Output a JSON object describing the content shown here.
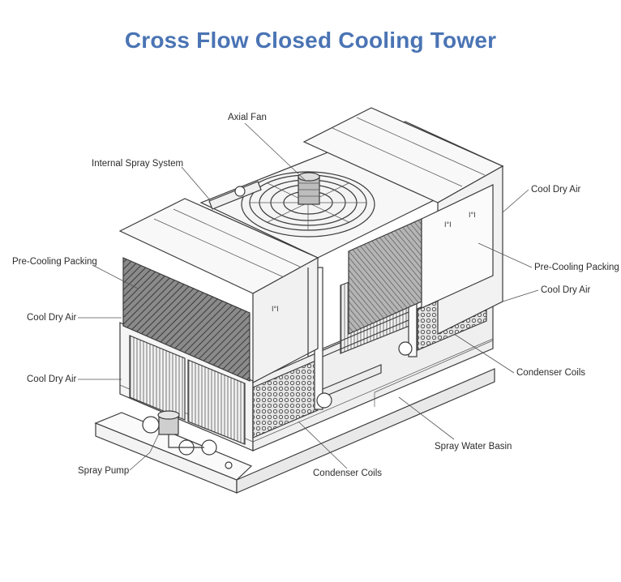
{
  "title": "Cross Flow Closed Cooling Tower",
  "labels": {
    "axial_fan": "Axial Fan",
    "internal_spray_system": "Internal Spray System",
    "pre_cooling_packing_left": "Pre-Cooling Packing",
    "cool_dry_air_left_upper": "Cool Dry Air",
    "cool_dry_air_left_lower": "Cool Dry Air",
    "spray_pump": "Spray Pump",
    "condenser_coils_bottom": "Condenser Coils",
    "spray_water_basin": "Spray Water Basin",
    "condenser_coils_right": "Condenser Coils",
    "cool_dry_air_right_lower": "Cool Dry Air",
    "pre_cooling_packing_right": "Pre-Cooling Packing",
    "cool_dry_air_right_upper": "Cool Dry Air"
  },
  "colors": {
    "title": "#4a74b4",
    "line": "#3a3a3a",
    "panel": "#f4f4f4",
    "packing": "#6b6b6b"
  }
}
